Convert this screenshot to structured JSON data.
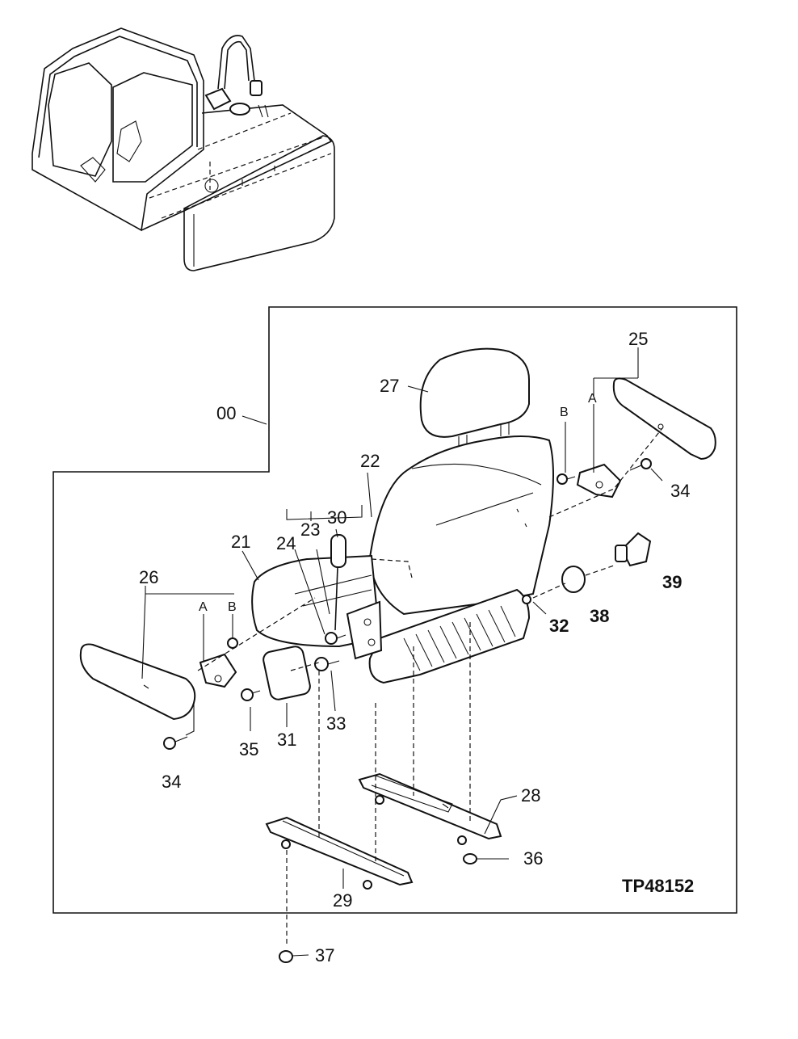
{
  "figure_ref": "TP48152",
  "assembly_label": "00",
  "callouts": {
    "c21": "21",
    "c22": "22",
    "c23": "23",
    "c24": "24",
    "c25": "25",
    "c26": "26",
    "c27": "27",
    "c28": "28",
    "c29": "29",
    "c30": "30",
    "c31": "31",
    "c32": "32",
    "c33": "33",
    "c34_right": "34",
    "c34_left": "34",
    "c35": "35",
    "c36": "36",
    "c37": "37",
    "c38": "38",
    "c39": "39"
  },
  "branch_letters": {
    "right_a": "A",
    "right_b": "B",
    "left_a": "A",
    "left_b": "B"
  }
}
